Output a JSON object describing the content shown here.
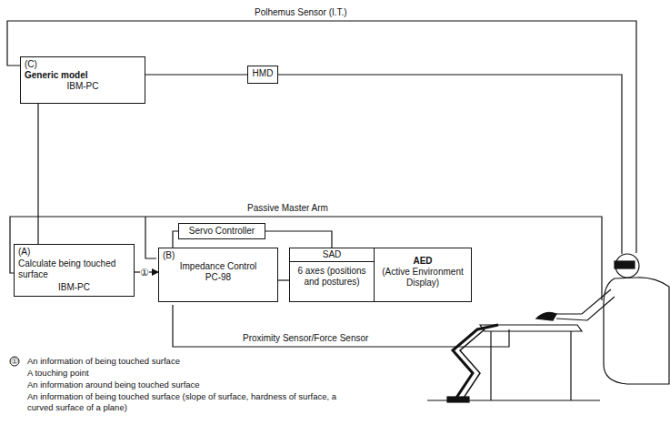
{
  "diagram": {
    "nodes": [
      {
        "text": [
          "(C)",
          "Generic model",
          "IBM-PC"
        ]
      },
      {
        "text": [
          "HMD"
        ]
      },
      {
        "text": [
          "(A)",
          "Calculate being touched surface",
          "IBM-PC"
        ]
      },
      {
        "text": [
          "Servo Controller"
        ]
      },
      {
        "text": [
          "(B)",
          "Impedance Control",
          "PC-98"
        ]
      },
      {
        "text": [
          "SAD",
          "6 axes (positions and postures)"
        ]
      },
      {
        "text": [
          "AED",
          "(Active Environment Display)"
        ]
      }
    ],
    "edges": [
      {
        "from": 0,
        "to": 1,
        "arrow": "none"
      },
      {
        "from": 0,
        "to": 2,
        "arrow": "none"
      },
      {
        "from": 2,
        "to": 4,
        "arrow": "to",
        "label": "①"
      },
      {
        "from": 4,
        "to": 3,
        "arrow": "none"
      },
      {
        "from": 3,
        "to": 5,
        "arrow": "none"
      },
      {
        "from": 4,
        "to": 5,
        "arrow": "none"
      }
    ],
    "labels": [
      "Polhemus Sensor (I.T.)",
      "Passive Master Arm",
      "Proximity Sensor/Force Sensor",
      "①",
      "An information of being touched surface",
      "A touching point",
      "An information around being touched surface",
      "An information of being touched surface (slope of surface, hardness of surface, a curved surface of a plane)"
    ]
  }
}
